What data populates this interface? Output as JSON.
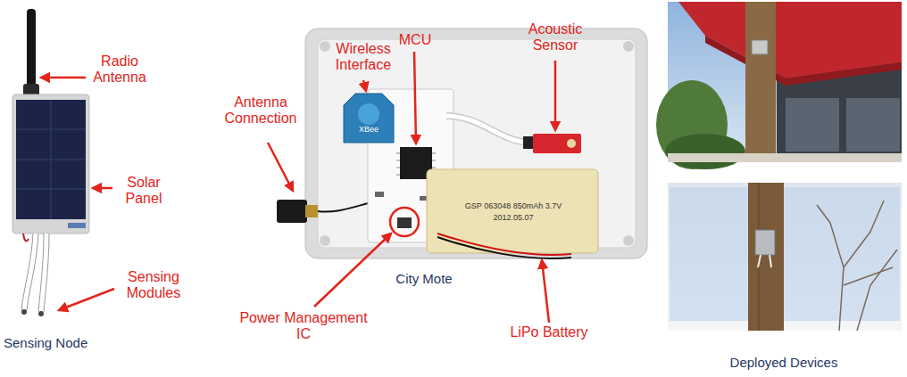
{
  "diagram": {
    "labels": [
      "Radio Antenna",
      "Solar Panel",
      "Sensing Modules",
      "Sensing Node",
      "Antenna Connection",
      "Wireless Interface",
      "MCU",
      "Acoustic Sensor",
      "Power Management IC",
      "City Mote",
      "LiPo Battery",
      "Deployed Devices",
      "XBee",
      "GSP 063048 850mAh 3.7V",
      "2012.05.07"
    ]
  }
}
